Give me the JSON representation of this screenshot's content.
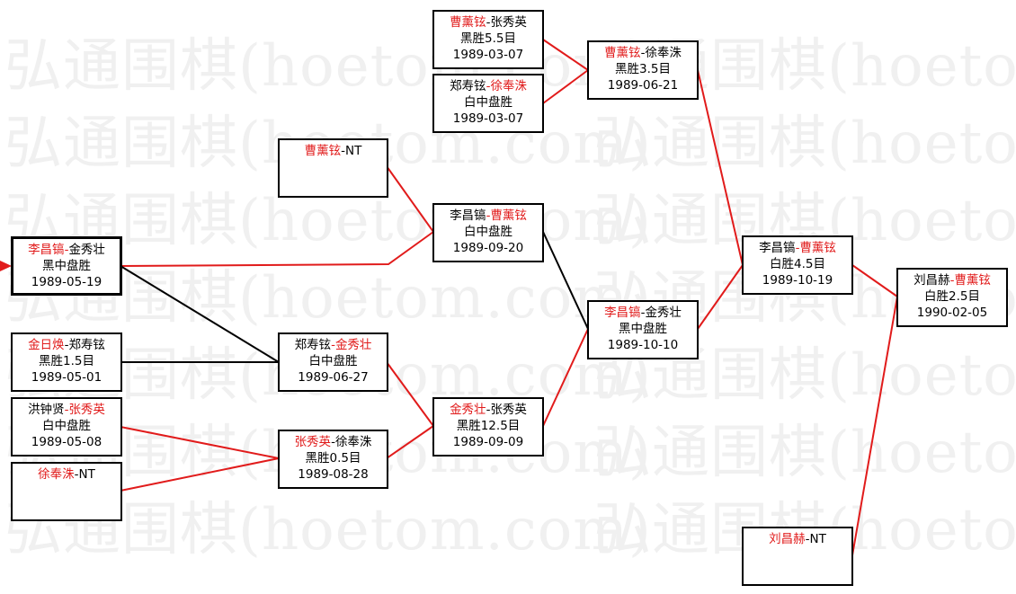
{
  "watermark": "弘通围棋(hoetom.com)",
  "colors": {
    "winner": "#e11b1b",
    "text": "#000000",
    "win_line": "#e11b1b",
    "loss_line": "#000000"
  },
  "boxes": {
    "r1a": {
      "p1": "李昌镐",
      "sep": "-",
      "p2": "金秀壮",
      "result": "黑中盘胜",
      "date": "1989-05-19"
    },
    "r1b": {
      "p1": "金日焕",
      "sep": "-",
      "p2": "郑寿铉",
      "result": "黑胜1.5目",
      "date": "1989-05-01"
    },
    "r1c": {
      "p1": "洪钟贤",
      "sep": "-",
      "p2": "张秀英",
      "result": "白中盘胜",
      "date": "1989-05-08"
    },
    "r1d": {
      "p1": "徐奉洙",
      "sep": "-",
      "p2": "NT"
    },
    "r2a": {
      "p1": "曹薰铉",
      "sep": "-",
      "p2": "NT"
    },
    "r2b": {
      "p1": "郑寿铉",
      "sep": "-",
      "p2": "金秀壮",
      "result": "白中盘胜",
      "date": "1989-06-27"
    },
    "r2c": {
      "p1": "张秀英",
      "sep": "-",
      "p2": "徐奉洙",
      "result": "黑胜0.5目",
      "date": "1989-08-28"
    },
    "r3a": {
      "p1": "曹薰铉",
      "sep": "-",
      "p2": "张秀英",
      "result": "黑胜5.5目",
      "date": "1989-03-07"
    },
    "r3b": {
      "p1": "郑寿铉",
      "sep": "-",
      "p2": "徐奉洙",
      "result": "白中盘胜",
      "date": "1989-03-07"
    },
    "r3c": {
      "p1": "李昌镐",
      "sep": "-",
      "p2": "曹薰铉",
      "result": "白中盘胜",
      "date": "1989-09-20"
    },
    "r3d": {
      "p1": "金秀壮",
      "sep": "-",
      "p2": "张秀英",
      "result": "黑胜12.5目",
      "date": "1989-09-09"
    },
    "r4a": {
      "p1": "曹薰铉",
      "sep": "-",
      "p2": "徐奉洙",
      "result": "黑胜3.5目",
      "date": "1989-06-21"
    },
    "r4b": {
      "p1": "李昌镐",
      "sep": "-",
      "p2": "金秀壮",
      "result": "黑中盘胜",
      "date": "1989-10-10"
    },
    "r5a": {
      "p1": "李昌镐",
      "sep": "-",
      "p2": "曹薰铉",
      "result": "白胜4.5目",
      "date": "1989-10-19"
    },
    "r5b": {
      "p1": "刘昌赫",
      "sep": "-",
      "p2": "NT"
    },
    "r6": {
      "p1": "刘昌赫",
      "sep": "-",
      "p2": "曹薰铉",
      "result": "白胜2.5目",
      "date": "1990-02-05"
    }
  }
}
